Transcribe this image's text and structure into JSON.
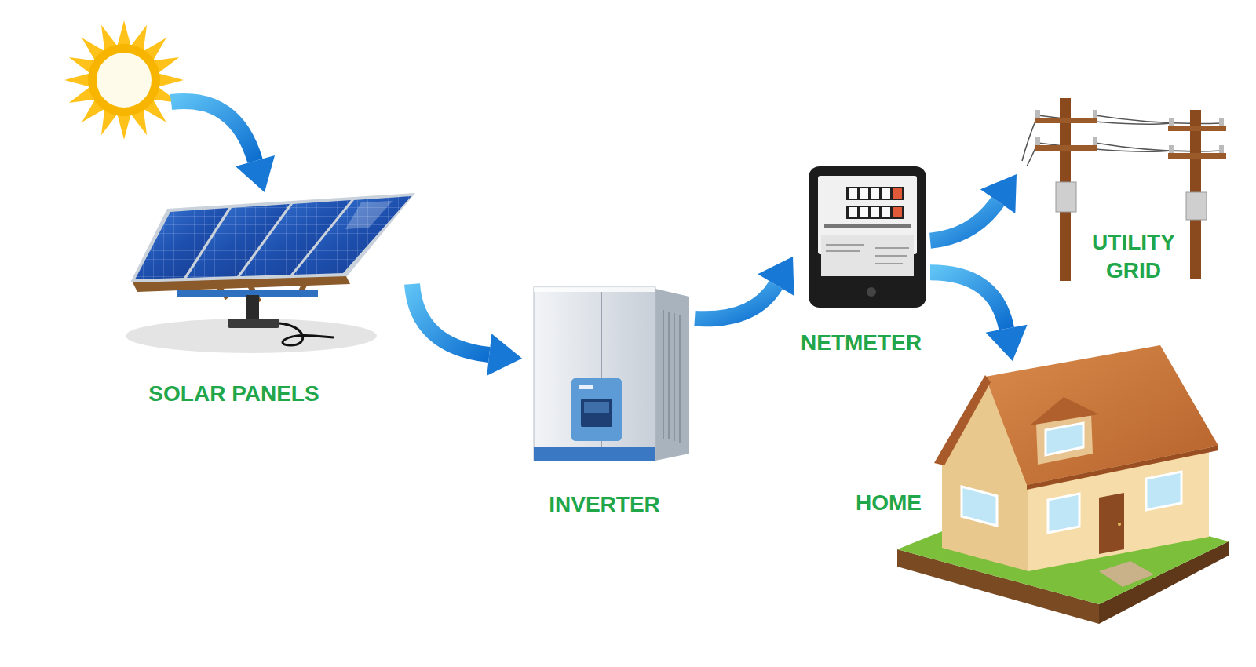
{
  "diagram": {
    "nodes": [
      {
        "text": [
          "SOLAR PANELS"
        ]
      },
      {
        "text": [
          "INVERTER"
        ]
      },
      {
        "text": [
          "NETMETER"
        ]
      },
      {
        "text": [
          "UTILITY GRID"
        ]
      },
      {
        "text": [
          "HOME"
        ]
      }
    ],
    "edges": [
      {
        "from": 0,
        "to": 1,
        "arrow": "to"
      },
      {
        "from": 1,
        "to": 2,
        "arrow": "to"
      },
      {
        "from": 2,
        "to": 3,
        "arrow": "to"
      },
      {
        "from": 2,
        "to": 4,
        "arrow": "to"
      }
    ]
  }
}
